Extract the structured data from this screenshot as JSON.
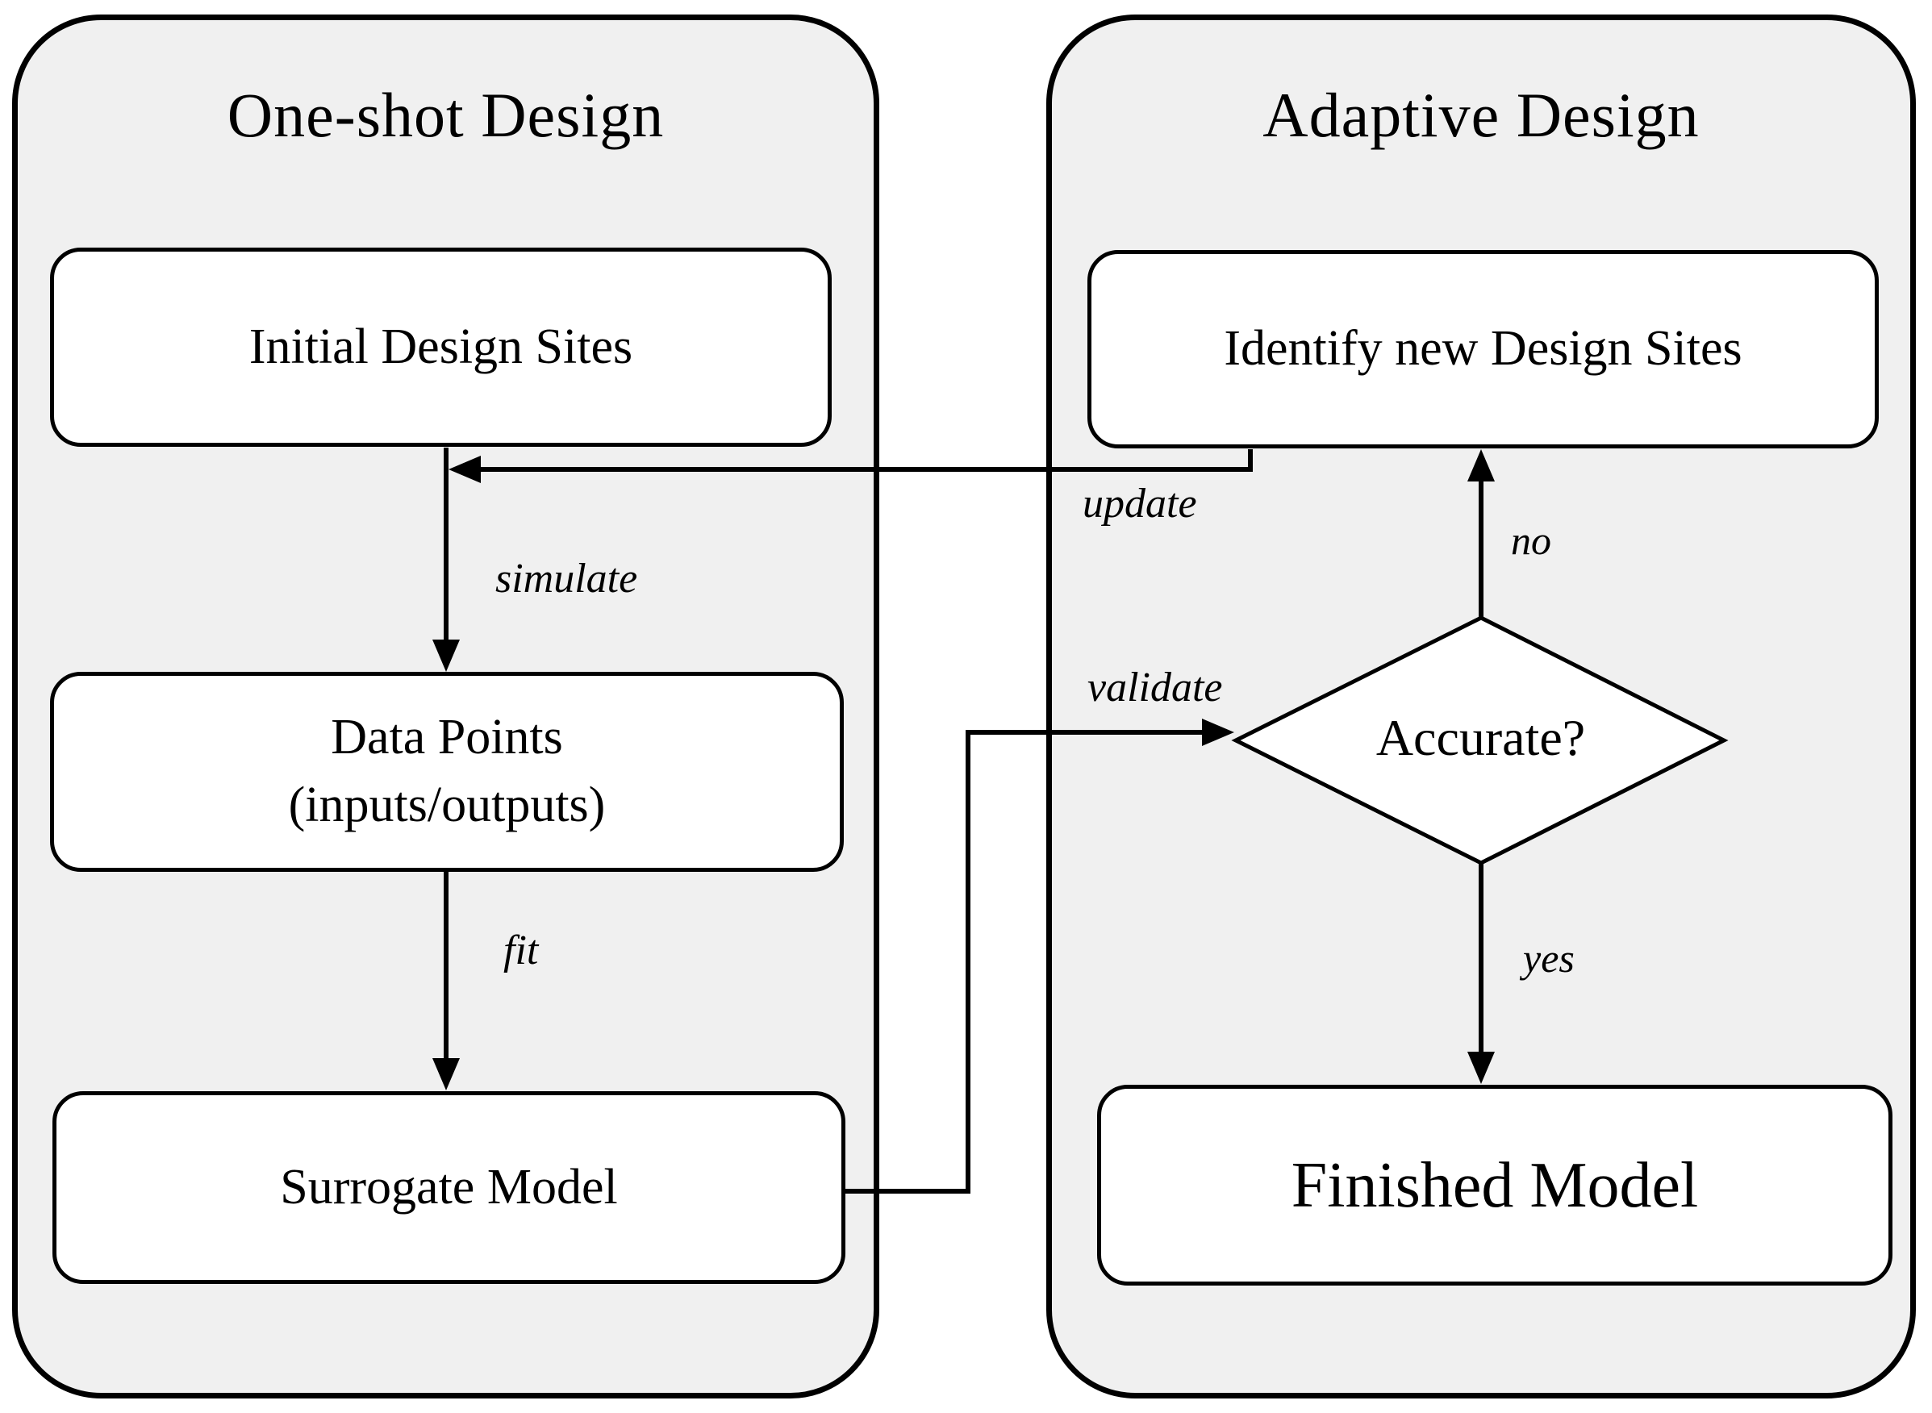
{
  "diagram": {
    "panels": {
      "one_shot": {
        "title": "One-shot Design"
      },
      "adaptive": {
        "title": "Adaptive Design"
      }
    },
    "nodes": {
      "initial_design_sites": {
        "label": "Initial Design Sites"
      },
      "data_points": {
        "line1": "Data Points",
        "line2": "(inputs/outputs)"
      },
      "surrogate_model": {
        "label": "Surrogate Model"
      },
      "identify_new_design_sites": {
        "label": "Identify new Design Sites"
      },
      "accurate_decision": {
        "label": "Accurate?"
      },
      "finished_model": {
        "label": "Finished Model"
      }
    },
    "edge_labels": {
      "simulate": "simulate",
      "fit": "fit",
      "update": "update",
      "validate": "validate",
      "no": "no",
      "yes": "yes"
    },
    "colors": {
      "panel_fill": "#f0f0f0",
      "node_fill": "#ffffff",
      "line": "#000000"
    }
  }
}
